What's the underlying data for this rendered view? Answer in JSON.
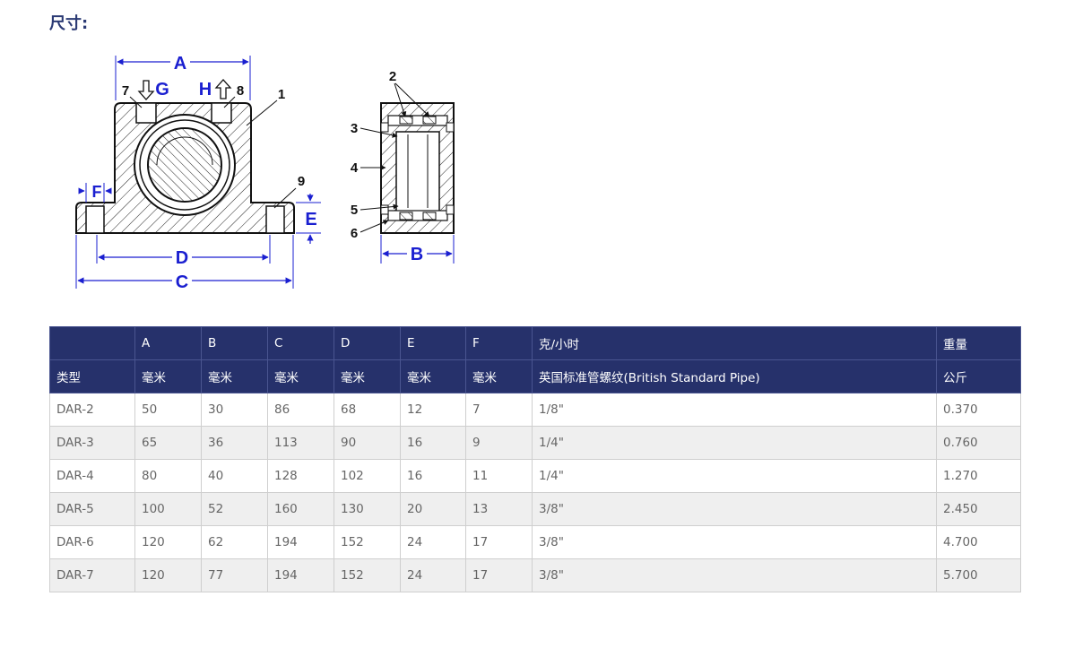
{
  "heading": "尺寸:",
  "figure": {
    "dim_labels": [
      "A",
      "B",
      "C",
      "D",
      "E",
      "F",
      "G",
      "H"
    ],
    "part_numbers": [
      "1",
      "2",
      "3",
      "4",
      "5",
      "6",
      "7",
      "8",
      "9"
    ]
  },
  "table": {
    "header_row1": [
      "",
      "A",
      "B",
      "C",
      "D",
      "E",
      "F",
      "克/小时",
      "重量"
    ],
    "header_row2": [
      "类型",
      "毫米",
      "毫米",
      "毫米",
      "毫米",
      "毫米",
      "毫米",
      "英国标准管螺纹(British Standard Pipe)",
      "公斤"
    ],
    "rows": [
      [
        "DAR-2",
        "50",
        "30",
        "86",
        "68",
        "12",
        "7",
        "1/8\"",
        "0.370"
      ],
      [
        "DAR-3",
        "65",
        "36",
        "113",
        "90",
        "16",
        "9",
        "1/4\"",
        "0.760"
      ],
      [
        "DAR-4",
        "80",
        "40",
        "128",
        "102",
        "16",
        "11",
        "1/4\"",
        "1.270"
      ],
      [
        "DAR-5",
        "100",
        "52",
        "160",
        "130",
        "20",
        "13",
        "3/8\"",
        "2.450"
      ],
      [
        "DAR-6",
        "120",
        "62",
        "194",
        "152",
        "24",
        "17",
        "3/8\"",
        "4.700"
      ],
      [
        "DAR-7",
        "120",
        "77",
        "194",
        "152",
        "24",
        "17",
        "3/8\"",
        "5.700"
      ]
    ]
  },
  "colors": {
    "heading": "#2b3a74",
    "header_bg": "#26316b",
    "dimension_blue": "#1a1fd0",
    "row_alt": "#efefef"
  }
}
